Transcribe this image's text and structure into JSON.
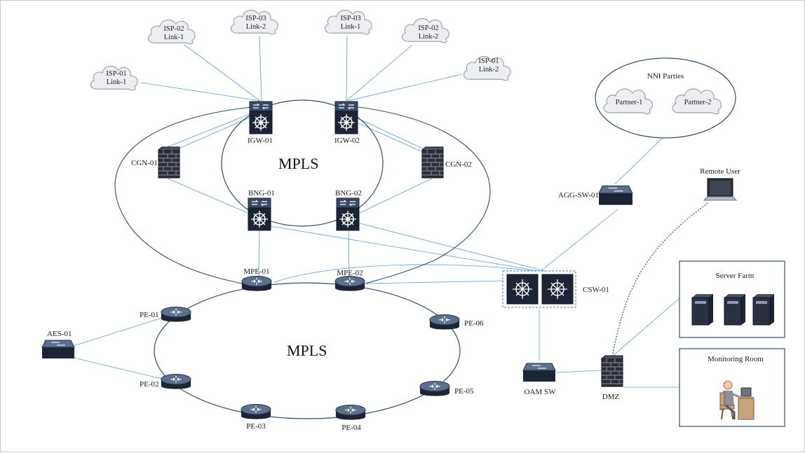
{
  "colors": {
    "link": "#5b9bd5",
    "ring": "#2f4f6f",
    "device_dark": "#1c2535",
    "device_mid": "#3a4a63",
    "router_top": "#5d6f8c",
    "cloud_fill": "#eceef2",
    "cloud_stroke": "#9aa3af",
    "dash": "#4a7fb0"
  },
  "diagram": {
    "mpls_top_label": "MPLS",
    "mpls_bottom_label": "MPLS",
    "isp_clouds": [
      {
        "line1": "ISP-01",
        "line2": "Link-1"
      },
      {
        "line1": "ISP-02",
        "line2": "Link-1"
      },
      {
        "line1": "ISP-03",
        "line2": "Link-2"
      },
      {
        "line1": "ISP-03",
        "line2": "Link-1"
      },
      {
        "line1": "ISP-02",
        "line2": "Link-2"
      },
      {
        "line1": "ISP-01",
        "line2": "Link-2"
      }
    ],
    "nni": {
      "title": "NNI Parties",
      "partners": [
        "Partner-1",
        "Partner-2"
      ]
    },
    "labels": {
      "igw01": "IGW-01",
      "igw02": "IGW-02",
      "cgn01": "CGN-01",
      "cgn02": "CGN-02",
      "bng01": "BNG-01",
      "bng02": "BNG-02",
      "mpe01": "MPE-01",
      "mpe02": "MPE-02",
      "pe01": "PE-01",
      "pe02": "PE-02",
      "pe03": "PE-03",
      "pe04": "PE-04",
      "pe05": "PE-05",
      "pe06": "PE-06",
      "aes01": "AES-01",
      "csw01": "CSW-01",
      "aggsw01": "AGG-SW-01",
      "oamsw": "OAM SW",
      "dmz": "DMZ",
      "remote_user": "Remote User",
      "server_farm": "Server Farm",
      "monitoring_room": "Monitoring Room"
    }
  }
}
